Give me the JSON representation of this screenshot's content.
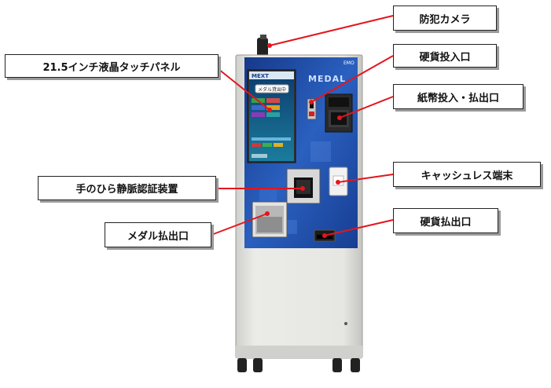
{
  "labels": {
    "camera": "防犯カメラ",
    "coin_insert": "硬貨投入口",
    "bill_slot": "紙幣投入・払出口",
    "cashless": "キャッシュレス端末",
    "coin_out": "硬貨払出口",
    "touch_panel": "21.5インチ液晶タッチパネル",
    "vein_auth": "手のひら静脈認証装置",
    "medal_out": "メダル払出口"
  },
  "machine": {
    "logo": "MEDAL",
    "screen_logo": "MEXT",
    "screen_button": "メダル貸出中"
  },
  "colors": {
    "leader_line": "#e3161c",
    "cabinet": "#e4e4e0",
    "panel_blue": "#1f4fa8"
  }
}
